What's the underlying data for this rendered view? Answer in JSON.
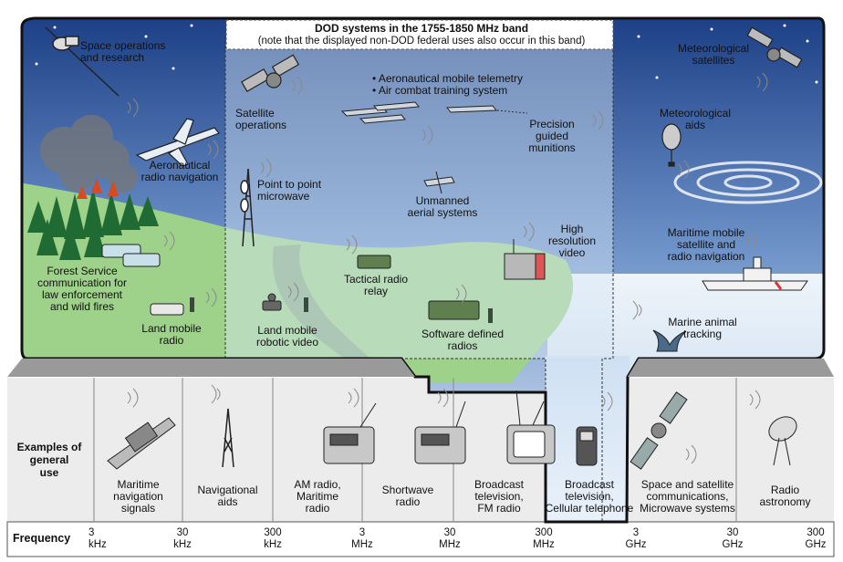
{
  "banner": {
    "title": "DOD systems in the 1755-1850 MHz band",
    "note": "(note that the displayed non-DOD federal uses also occur in this band)"
  },
  "uses": {
    "space_ops": [
      "Space operations",
      "and research"
    ],
    "aero_nav": [
      "Aeronautical",
      "radio navigation"
    ],
    "forest": [
      "Forest Service",
      "communication for",
      "law enforcement",
      "and wild fires"
    ],
    "land_mobile": [
      "Land mobile",
      "radio"
    ],
    "sat_ops": [
      "Satellite",
      "operations"
    ],
    "p2p": [
      "Point to point",
      "microwave"
    ],
    "land_robot": [
      "Land mobile",
      "robotic video"
    ],
    "telemetry": [
      "• Aeronautical mobile telemetry",
      "• Air combat training system"
    ],
    "pgm": [
      "Precision",
      "guided",
      "munitions"
    ],
    "uas": [
      "Unmanned",
      "aerial systems"
    ],
    "tac_relay": [
      "Tactical radio",
      "relay"
    ],
    "hi_res": [
      "High",
      "resolution",
      "video"
    ],
    "sdr": [
      "Software defined",
      "radios"
    ],
    "met_sat": [
      "Meteorological",
      "satellites"
    ],
    "met_aids": [
      "Meteorological",
      "aids"
    ],
    "maritime_sat": [
      "Maritime mobile",
      "satellite and",
      "radio navigation"
    ],
    "marine": [
      "Marine animal",
      "tracking"
    ]
  },
  "general_use_label": [
    "Examples of",
    "general",
    "use"
  ],
  "general_use": [
    [
      "Maritime",
      "navigation",
      "signals"
    ],
    [
      "Navigational",
      "aids"
    ],
    [
      "AM radio,",
      "Maritime",
      "radio"
    ],
    [
      "Shortwave",
      "radio"
    ],
    [
      "Broadcast",
      "television,",
      "FM radio"
    ],
    [
      "Broadcast",
      "television,",
      "Cellular telephone"
    ],
    [
      "Space and satellite",
      "communications,",
      "Microwave systems"
    ],
    [
      "Radio",
      "astronomy"
    ]
  ],
  "frequency": {
    "label": "Frequency",
    "ticks": [
      [
        "3",
        "kHz"
      ],
      [
        "30",
        "kHz"
      ],
      [
        "300",
        "kHz"
      ],
      [
        "3",
        "MHz"
      ],
      [
        "30",
        "MHz"
      ],
      [
        "300",
        "MHz"
      ],
      [
        "3",
        "GHz"
      ],
      [
        "30",
        "GHz"
      ],
      [
        "300",
        "GHz"
      ]
    ]
  },
  "colors": {
    "frame": "#111111",
    "sky_top": "#1c3f86",
    "sky_bottom": "#dde8f5",
    "land": "#9ed18a",
    "dod_overlay": "#d8e6f4",
    "band_bg": "#ececec",
    "band_highlight": "#cfe0f3"
  }
}
